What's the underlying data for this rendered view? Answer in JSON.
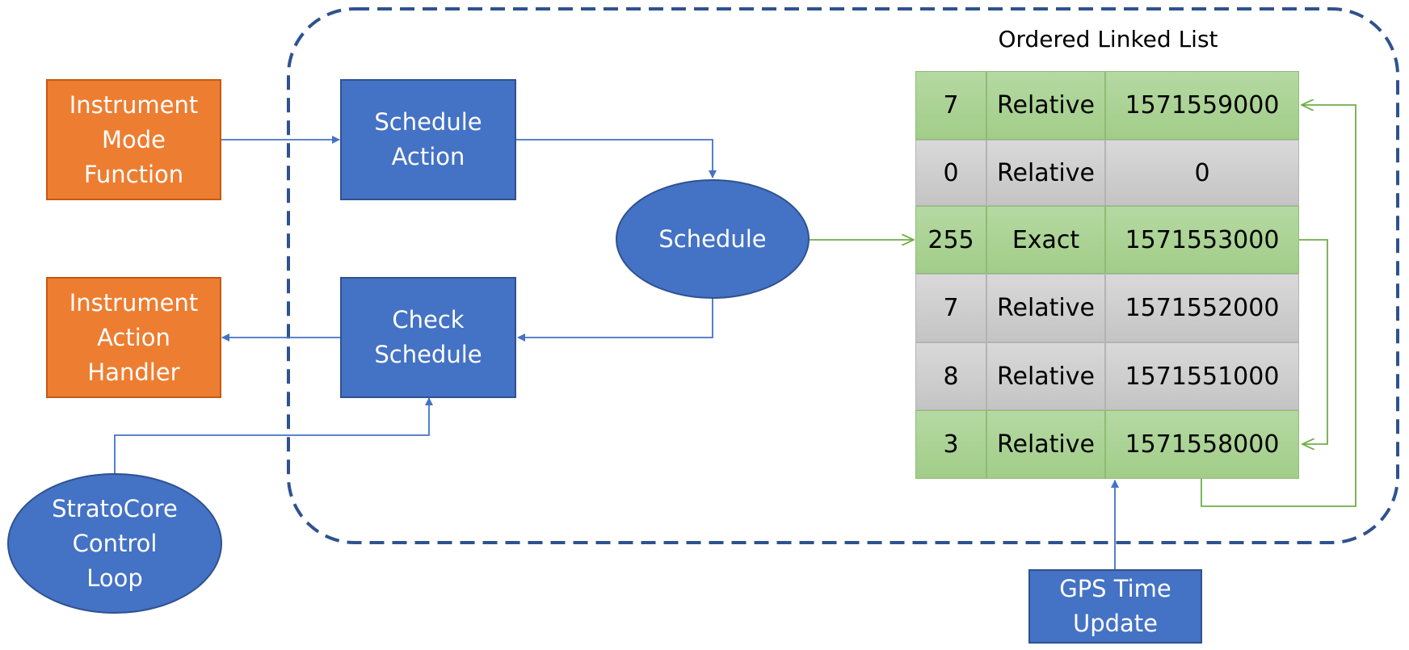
{
  "colors": {
    "orange": "#ed7d31",
    "blue": "#4472c4",
    "green": "#70ad47",
    "gray": "#c8c8c8",
    "dashed": "#2f528f"
  },
  "nodes": {
    "instrument_mode_function": [
      "Instrument",
      "Mode",
      "Function"
    ],
    "instrument_action_handler": [
      "Instrument",
      "Action",
      "Handler"
    ],
    "schedule_action": [
      "Schedule",
      "Action"
    ],
    "check_schedule": [
      "Check",
      "Schedule"
    ],
    "schedule": [
      "Schedule"
    ],
    "stratocore_control_loop": [
      "StratoCore",
      "Control",
      "Loop"
    ],
    "gps_time_update": [
      "GPS Time",
      "Update"
    ]
  },
  "linked_list": {
    "title": "Ordered Linked List",
    "rows": [
      {
        "id": "7",
        "type": "Relative",
        "time": "1571559000",
        "highlight": true
      },
      {
        "id": "0",
        "type": "Relative",
        "time": "0",
        "highlight": false
      },
      {
        "id": "255",
        "type": "Exact",
        "time": "1571553000",
        "highlight": true
      },
      {
        "id": "7",
        "type": "Relative",
        "time": "1571552000",
        "highlight": false
      },
      {
        "id": "8",
        "type": "Relative",
        "time": "1571551000",
        "highlight": false
      },
      {
        "id": "3",
        "type": "Relative",
        "time": "1571558000",
        "highlight": true
      }
    ]
  }
}
